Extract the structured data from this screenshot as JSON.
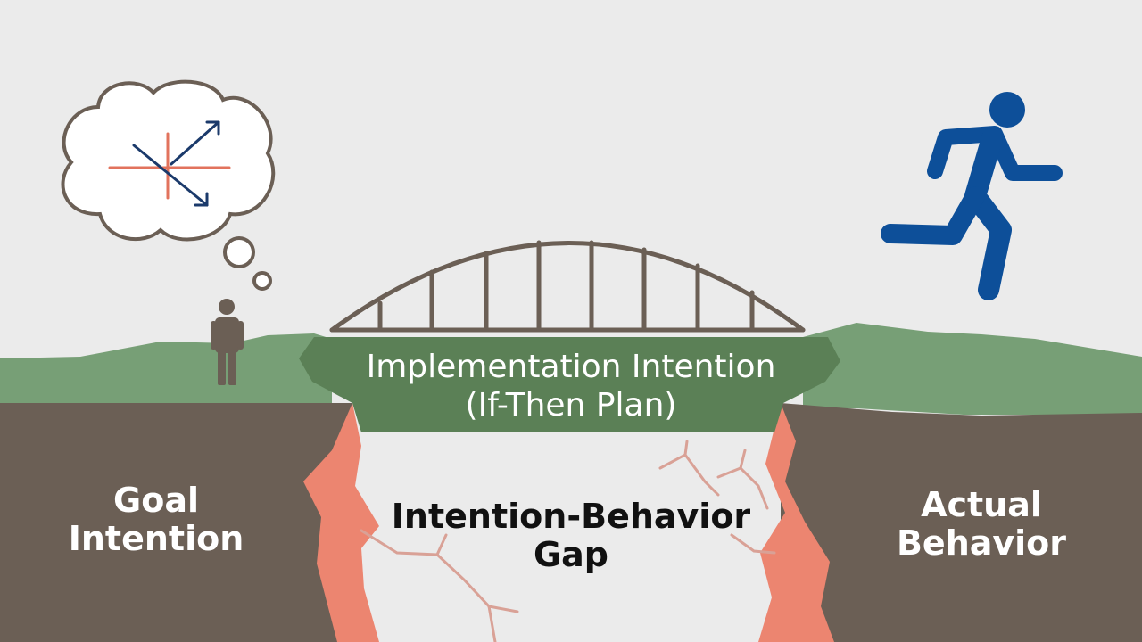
{
  "left_label": {
    "line1": "Goal",
    "line2": "Intention"
  },
  "right_label": {
    "line1": "Actual",
    "line2": "Behavior"
  },
  "bridge_label": {
    "line1": "Implementation Intention",
    "line2": "(If-Then Plan)"
  },
  "gap_label": {
    "line1": "Intention-Behavior",
    "line2": "Gap"
  },
  "icons": [
    "thought-bubble-icon",
    "strategy-arrows-icon",
    "standing-person-icon",
    "running-person-icon",
    "bridge-arch-icon"
  ],
  "colors": {
    "background": "#ebebeb",
    "grass": "#779f76",
    "earth": "#6b5f55",
    "cliff_edge": "#ec8570",
    "bridge_deck": "#5b8056",
    "bridge_frame": "#6b5f55",
    "runner": "#0d4f99",
    "arrows_blue": "#1b3a6b",
    "arrows_coral": "#e2735d",
    "crack": "#d9a196"
  }
}
